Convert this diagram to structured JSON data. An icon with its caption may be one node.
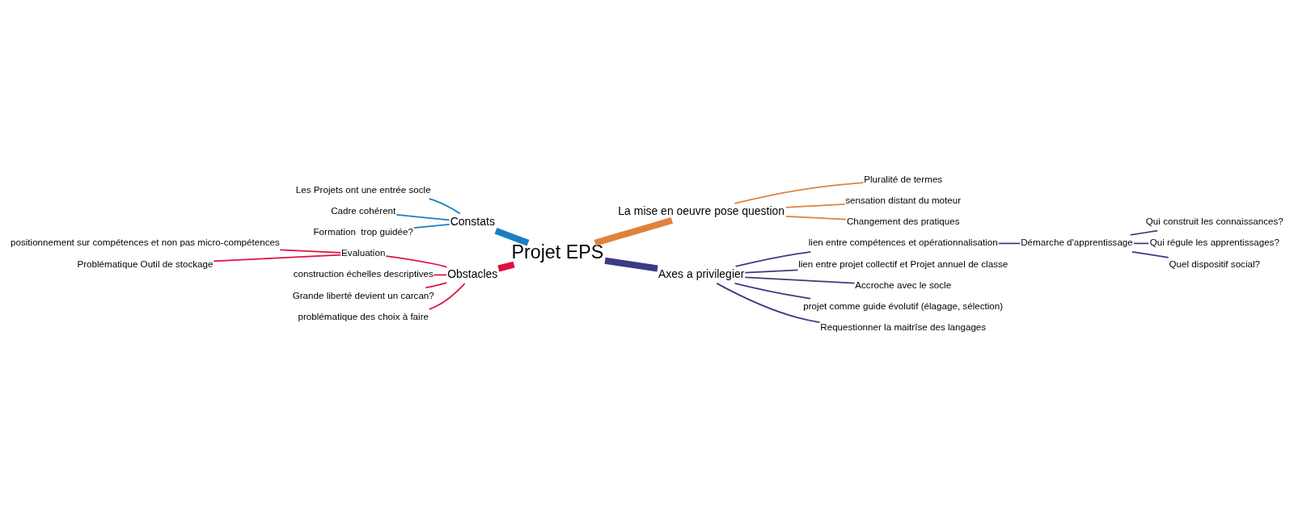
{
  "diagram": {
    "nodes": [
      {
        "text": [
          "Projet EPS"
        ]
      },
      {
        "text": [
          "Constats"
        ]
      },
      {
        "text": [
          "Les Projets ont une entrée socle"
        ]
      },
      {
        "text": [
          "Cadre cohérent"
        ]
      },
      {
        "text": [
          "Formation  trop guidée?"
        ]
      },
      {
        "text": [
          "La mise en oeuvre pose question"
        ]
      },
      {
        "text": [
          "Pluralité de termes"
        ]
      },
      {
        "text": [
          "sensation distant du moteur"
        ]
      },
      {
        "text": [
          "Changement des pratiques"
        ]
      },
      {
        "text": [
          "Obstacles"
        ]
      },
      {
        "text": [
          "Evaluation"
        ]
      },
      {
        "text": [
          "positionnement sur compétences et non pas micro-compétences"
        ]
      },
      {
        "text": [
          "Problématique Outil de stockage"
        ]
      },
      {
        "text": [
          "construction échelles descriptives"
        ]
      },
      {
        "text": [
          "Grande liberté devient un carcan?"
        ]
      },
      {
        "text": [
          "problématique des choix à faire"
        ]
      },
      {
        "text": [
          "Axes a privilegier"
        ]
      },
      {
        "text": [
          "lien entre compétences et opérationnalisation"
        ]
      },
      {
        "text": [
          "Démarche d'apprentissage"
        ]
      },
      {
        "text": [
          "Qui construit les connaissances?"
        ]
      },
      {
        "text": [
          "Qui régule les apprentissages?"
        ]
      },
      {
        "text": [
          "Quel dispositif social?"
        ]
      },
      {
        "text": [
          "lien entre projet collectif et Projet annuel de classe"
        ]
      },
      {
        "text": [
          "Accroche avec le socle"
        ]
      },
      {
        "text": [
          "projet comme guide évolutif (élagage, sélection)"
        ]
      },
      {
        "text": [
          "Requestionner la maitrîse des langages"
        ]
      }
    ],
    "edges": [
      {
        "from": 0,
        "to": 1,
        "arrow": "none",
        "style": "thick",
        "color": "#1a7fc1"
      },
      {
        "from": 1,
        "to": 2,
        "arrow": "none",
        "color": "#1a7fc1"
      },
      {
        "from": 1,
        "to": 3,
        "arrow": "none",
        "color": "#1a7fc1"
      },
      {
        "from": 1,
        "to": 4,
        "arrow": "none",
        "color": "#1a7fc1"
      },
      {
        "from": 0,
        "to": 5,
        "arrow": "none",
        "style": "thick",
        "color": "#e0823d"
      },
      {
        "from": 5,
        "to": 6,
        "arrow": "none",
        "color": "#e0823d"
      },
      {
        "from": 5,
        "to": 7,
        "arrow": "none",
        "color": "#e0823d"
      },
      {
        "from": 5,
        "to": 8,
        "arrow": "none",
        "color": "#e0823d"
      },
      {
        "from": 0,
        "to": 9,
        "arrow": "none",
        "style": "thick",
        "color": "#e0103f"
      },
      {
        "from": 9,
        "to": 10,
        "arrow": "none",
        "color": "#e0103f"
      },
      {
        "from": 10,
        "to": 11,
        "arrow": "none",
        "color": "#e0103f"
      },
      {
        "from": 10,
        "to": 12,
        "arrow": "none",
        "color": "#e0103f"
      },
      {
        "from": 9,
        "to": 13,
        "arrow": "none",
        "color": "#e0103f"
      },
      {
        "from": 9,
        "to": 14,
        "arrow": "none",
        "color": "#e0103f"
      },
      {
        "from": 9,
        "to": 15,
        "arrow": "none",
        "color": "#e0103f"
      },
      {
        "from": 0,
        "to": 16,
        "arrow": "none",
        "style": "thick",
        "color": "#3b3b82"
      },
      {
        "from": 16,
        "to": 17,
        "arrow": "none",
        "color": "#3b3b82"
      },
      {
        "from": 17,
        "to": 18,
        "arrow": "none",
        "color": "#3b3b82"
      },
      {
        "from": 18,
        "to": 19,
        "arrow": "none",
        "color": "#3b3b82"
      },
      {
        "from": 18,
        "to": 20,
        "arrow": "none",
        "color": "#3b3b82"
      },
      {
        "from": 18,
        "to": 21,
        "arrow": "none",
        "color": "#3b3b82"
      },
      {
        "from": 16,
        "to": 22,
        "arrow": "none",
        "color": "#3b3b82"
      },
      {
        "from": 16,
        "to": 23,
        "arrow": "none",
        "color": "#3b3b82"
      },
      {
        "from": 16,
        "to": 24,
        "arrow": "none",
        "color": "#3b3b82"
      },
      {
        "from": 16,
        "to": 25,
        "arrow": "none",
        "color": "#3b3b82"
      }
    ]
  }
}
